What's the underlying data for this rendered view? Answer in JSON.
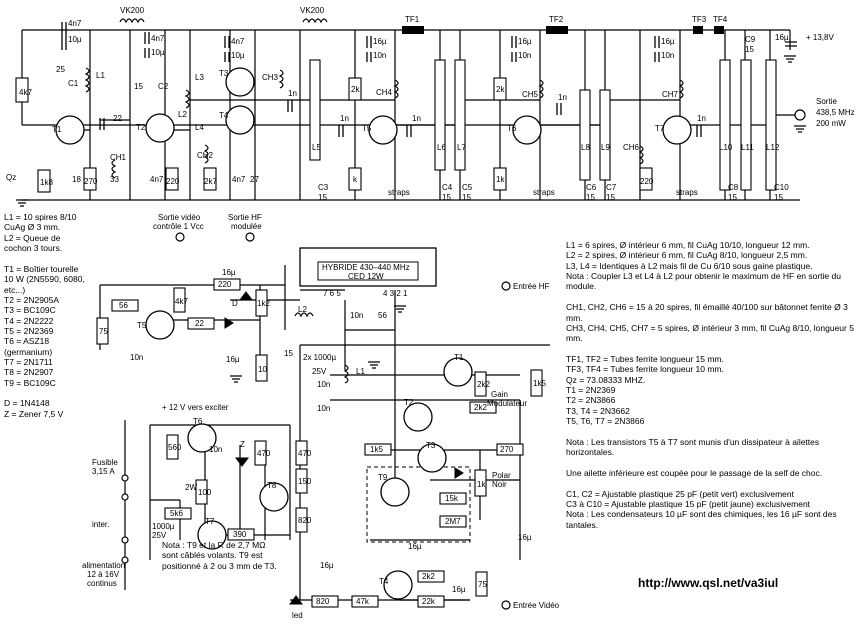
{
  "top_labels": {
    "vk200_1": "VK200",
    "vk200_2": "VK200",
    "tf1": "TF1",
    "tf2": "TF2",
    "tf3": "TF3",
    "tf4": "TF4",
    "supply": "+ 13,8V",
    "c_4n7_a": "4n7",
    "c_10u_a": "10µ",
    "c_4n7_b": "4n7",
    "c_10u_b": "10µ",
    "c_4n7_c": "4n7",
    "c_10u_c": "10µ",
    "c_16u_a": "16µ",
    "c_10n_a": "10n",
    "c_16u_b": "16µ",
    "c_10n_b": "10n",
    "c_16u_c": "16µ",
    "c_10n_c": "10n",
    "c_16u_d": "16µ",
    "c9": "C9",
    "c9v": "15",
    "l1": "L1",
    "l2": "L2",
    "l3": "L3",
    "l4": "L4",
    "c1": "C1",
    "c1v": "25",
    "c2": "C2",
    "c2v": "15",
    "ch1": "CH1",
    "ch2": "CH2",
    "ch3": "CH3",
    "ch4": "CH4",
    "ch5": "CH5",
    "ch6": "CH6",
    "ch7": "CH7",
    "t1": "T1",
    "t2": "T2",
    "t3": "T3",
    "t4": "T4",
    "t5": "T5",
    "t6": "T6",
    "t7": "T7",
    "r4k7": "4k7",
    "r1k8": "1k8",
    "r18": "18",
    "r270a": "270",
    "r33": "33",
    "r4n7a": "4n7",
    "r220a": "220",
    "r2k7": "2k7",
    "r4n7b": "4n7",
    "r27": "27",
    "c22": "22",
    "qz": "Qz",
    "c1n_a": "1n",
    "c1n_b": "1n",
    "c1n_c": "1n",
    "c1n_d": "1n",
    "c1n_e": "1n",
    "r2k_a": "2k",
    "r2k_b": "2k",
    "rk_a": "k",
    "r1k": "1k",
    "r220b": "220",
    "straps1": "straps",
    "straps2": "straps",
    "straps3": "straps",
    "l5": "L5",
    "l6": "L6",
    "l7": "L7",
    "l8": "L8",
    "l9": "L9",
    "l10": "L10",
    "l11": "L11",
    "l12": "L12",
    "c3": "C3",
    "c3v": "15",
    "c4": "C4",
    "c4v": "15",
    "c5": "C5",
    "c5v": "15",
    "c6": "C6",
    "c6v": "15",
    "c7": "C7",
    "c7v": "15",
    "c8": "C8",
    "c8v": "15",
    "c10": "C10",
    "c10v": "15",
    "out": "Sortie",
    "out_f": "438,5 MHz",
    "out_p": "200 mW"
  },
  "bottom_labels": {
    "video_out": "Sortie vidéo",
    "video_out2": "contrôle 1 Vcc",
    "hf_out": "Sortie HF",
    "hf_out2": "modulée",
    "hybrid1": "HYBRIDE 430–440 MHz",
    "hybrid2": "CED  12W",
    "pins": "7 6 5",
    "pins2": "4 3 2 1",
    "hf_in": "Entrée HF",
    "r56": "56",
    "r75a": "75",
    "r4k7b": "4k7",
    "t5b": "T5",
    "r220c": "220",
    "r1k2": "1k2",
    "d": "D",
    "r22": "22",
    "l2b": "L2",
    "c16u_e": "16µ",
    "c10n_d": "10n",
    "c10n_e": "10n",
    "c56": "56",
    "c15": "15",
    "c2x1000": "2x 1000µ",
    "c25v": "25V",
    "l1b": "L1",
    "c10n_f": "10n",
    "c16u_f": "16µ",
    "c10n_g": "10n",
    "r10": "10",
    "t1b": "T1",
    "r2k2a": "2k2",
    "r2k2b": "2k2",
    "gain": "Gain",
    "modul": "Modulateur",
    "r1k5a": "1k5",
    "t2b": "T2",
    "r1k5b": "1k5",
    "r270b": "270",
    "t3b": "T3",
    "polar": "Polar",
    "noir": "Noir",
    "r1k": "1k",
    "t9": "T9",
    "r15k": "15k",
    "r2m7": "2M7",
    "c16u_g": "16µ",
    "c16u_h": "16µ",
    "exciter": "+ 12 V vers exciter",
    "r560": "560",
    "t6b": "T6",
    "c10n_h": "10n",
    "z": "Z",
    "r470a": "470",
    "r470b": "470",
    "r150": "150",
    "r820": "820",
    "t8": "T8",
    "fuse": "Fusible",
    "fuse2": "3,15 A",
    "r100": "100",
    "r2w": "2W",
    "r5k6": "5k6",
    "t7b": "T7",
    "r390": "390",
    "c1000": "1000µ",
    "c25v2": "25V",
    "inter": "inter.",
    "alim1": "alimentation",
    "alim2": "12 à 16V",
    "alim3": "continus",
    "c16u_i": "16µ",
    "t4b": "T4",
    "r2k2c": "2k2",
    "r75b": "75",
    "c16u_j": "16µ",
    "led": "led",
    "r820b": "820",
    "r47k": "47k",
    "r22k": "22k",
    "video_in": "Entrée Vidéo"
  },
  "notes_left": "L1 = 10 spires 8/10\nCuAg Ø 3 mm.\nL2 = Queue de\ncochon 3 tours.\n\nT1 = Boîtier tourelle\n10 W (2N5590, 6080,\netc...)\nT2 = 2N2905A\nT3 = BC109C\nT4 = 2N2222\nT5 = 2N2369\nT6 = ASZ18\n(germanium)\nT7 = 2N1711\nT8 = 2N2907\nT9 = BC109C\n\nD = 1N4148\nZ = Zener 7,5 V",
  "notes_right": "L1 = 6 spires, Ø intérieur 6 mm, fil CuAg 10/10, longueur 12 mm.\nL2 = 2 spires, Ø intérieur 6 mm, fil CuAg 8/10, longueur 2,5 mm.\nL3, L4 = Identiques à L2 mais fil de Cu 6/10 sous gaine plastique.\nNota : Coupler L3 et L4 à L2 pour obtenir le maximum de HF en sortie du module.\n\nCH1, CH2, CH6 = 15 à 20 spires, fil émaillé 40/100 sur bâtonnet ferrite Ø 3 mm.\nCH3, CH4, CH5, CH7 = 5 spires, Ø intérieur 3 mm, fil CuAg 8/10, longueur 5 mm.\n\nTF1, TF2 = Tubes ferrite longueur 15 mm.\nTF3, TF4 = Tubes ferrite longueur 10 mm.\nQz = 73.08333 MHZ.\nT1 = 2N2369\nT2 = 2N3866\nT3, T4 = 2N3662\nT5, T6, T7 = 2N3866\n\nNota : Les transistors T5 à T7 sont munis d'un dissipateur à ailettes horizontales.\n\nUne ailette inférieure est coupée pour le passage de la self de choc.\n\nC1, C2 = Ajustable plastique 25 pF (petit vert) exclusivement\nC3 à C10 = Ajustable plastique 15 pF (petit jaune) exclusivement\nNota : Les condensateurs 10 µF sont des chimiques, les 16 µF sont des tantales.",
  "note_t9": "Nota : T9 et la R de 2,7 MΩ sont câblés volants. T9 est positionné à 2 ou 3 mm de T3.",
  "url": "http://www.qsl.net/va3iul"
}
